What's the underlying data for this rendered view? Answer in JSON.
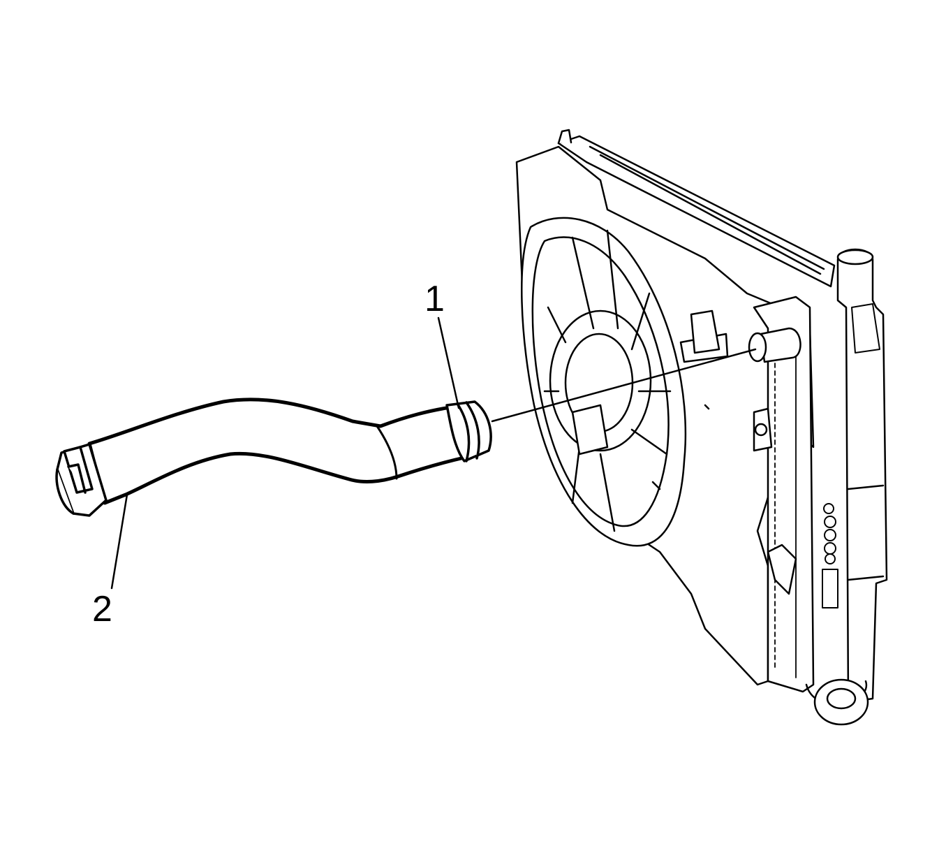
{
  "callouts": [
    {
      "id": "1",
      "label": "1"
    },
    {
      "id": "2",
      "label": "2"
    }
  ],
  "colors": {
    "stroke": "#000000",
    "fill": "#ffffff",
    "shade": "#f2f2f2"
  }
}
